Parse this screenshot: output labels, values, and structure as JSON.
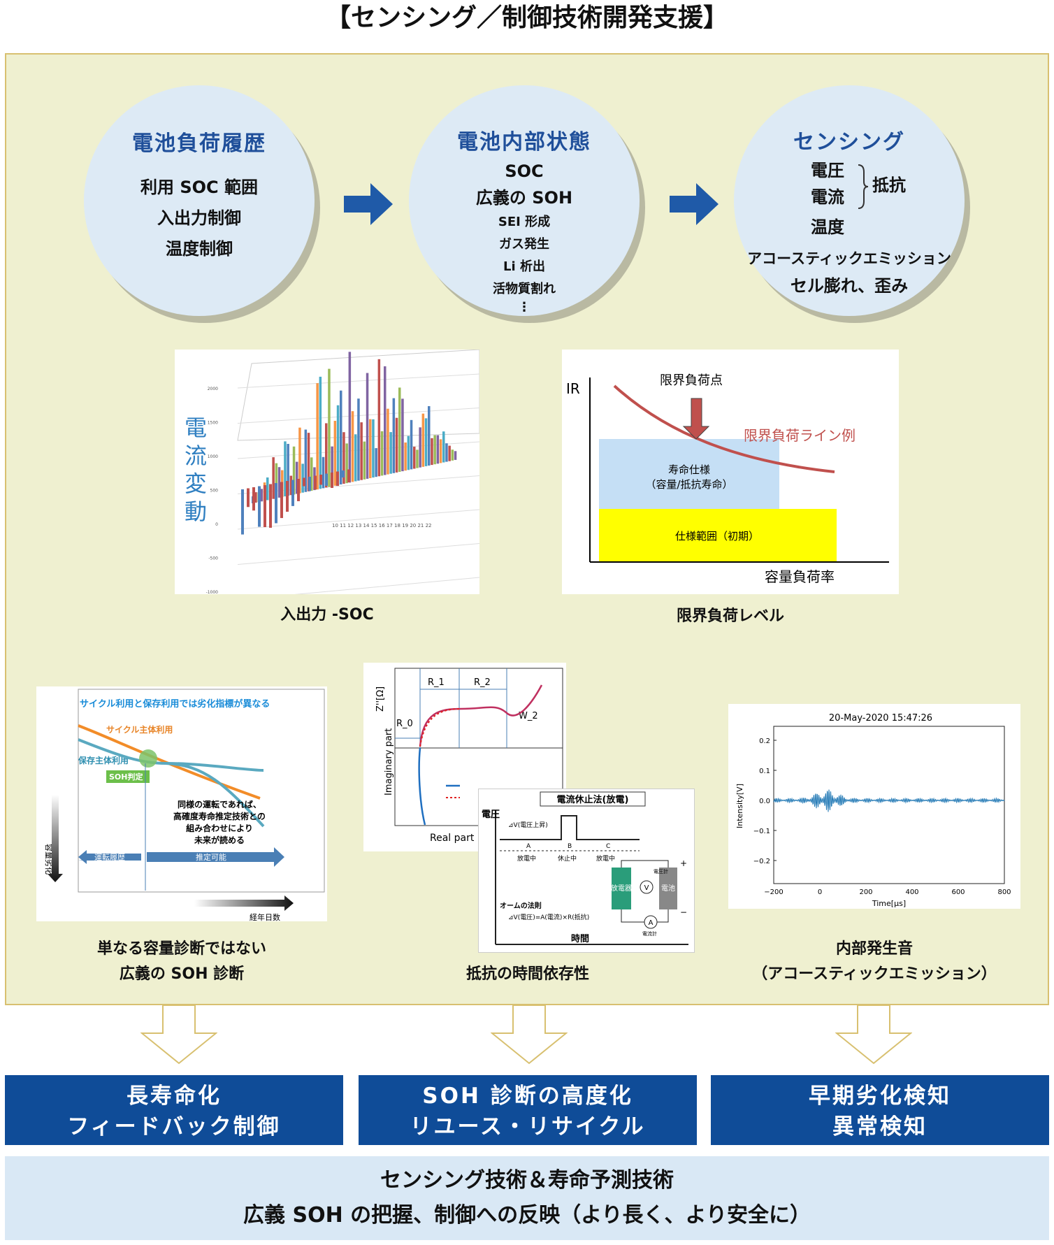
{
  "title": "【センシング／制御技術開発支援】",
  "circles": {
    "left": {
      "title": "電池負荷履歴",
      "items": [
        "利用 SOC 範囲",
        "入出力制御",
        "温度制御"
      ]
    },
    "middle": {
      "title": "電池内部状態",
      "main_items": [
        "SOC",
        "広義の SOH"
      ],
      "small_items": [
        "SEI 形成",
        "ガス発生",
        "Li 析出",
        "活物質割れ",
        "⋮"
      ]
    },
    "right": {
      "title": "センシング",
      "bracket_items": [
        "電圧",
        "電流"
      ],
      "bracket_label": "抵抗",
      "item_temp": "温度",
      "items": [
        "アコースティックエミッション",
        "セル膨れ、歪み"
      ]
    }
  },
  "figures": {
    "current": {
      "vertical_label": "電流変動",
      "y_ticks": [
        "2000",
        "1500",
        "1000",
        "500",
        "0",
        "-500",
        "-1000"
      ],
      "x_ticks": "10 11 12 13 14 15 16 17 18 19 20 21 22",
      "caption": "入出力 -SOC"
    },
    "limit": {
      "ir": "IR",
      "point": "限界負荷点",
      "line": "限界負荷ライン例",
      "life_spec_1": "寿命仕様",
      "life_spec_2": "（容量/抵抗寿命）",
      "spec_range": "仕様範囲（初期）",
      "xlabel": "容量負荷率",
      "caption": "限界負荷レベル"
    },
    "soh": {
      "header": "サイクル利用と保存利用では劣化指標が異なる",
      "cycle": "サイクル主体利用",
      "storage": "保存主体利用",
      "judge": "SOH判定",
      "note": [
        "同様の運転であれば、",
        "高確度寿命推定技術との",
        "組み合わせにより",
        "未来が読める"
      ],
      "history": "運転履歴",
      "estimate": "推定可能",
      "ylabel": "容量劣化",
      "xlabel": "経年日数",
      "caption": [
        "単なる容量診断ではない",
        "広義の SOH 診断"
      ]
    },
    "nyquist": {
      "r1": "R_1",
      "r2": "R_2",
      "r0": "R_0",
      "w2": "W_2",
      "ylabel": "Imaginary part",
      "yunit": "Z''[Ω]",
      "xlabel": "Real part"
    },
    "pulse": {
      "title": "電流休止法(放電)",
      "dv": "⊿V(電圧上昇)",
      "a": "A",
      "b": "B",
      "c": "C",
      "discharge1": "放電中",
      "rest": "休止中",
      "discharge2": "放電中",
      "ylabel": "電圧",
      "law": "オームの法則",
      "formula": "⊿V(電圧)=A(電流)×R(抵抗)",
      "xlabel": "時間",
      "load": "放電器",
      "battery": "電池",
      "vmeter": "電圧計",
      "ameter": "電流計",
      "plus": "+",
      "minus": "−",
      "v": "V",
      "amp": "A"
    },
    "resistance_caption": "抵抗の時間依存性",
    "ae": {
      "title": "20-May-2020 15:47:26",
      "ylabel": "Intensity[V]",
      "xlabel": "Time[μs]",
      "y_ticks": [
        "0.2",
        "0.1",
        "0.0",
        "−0.1",
        "−0.2"
      ],
      "x_ticks": [
        "−200",
        "0",
        "200",
        "400",
        "600",
        "800"
      ],
      "caption": [
        "内部発生音",
        "（アコースティックエミッション）"
      ]
    }
  },
  "outcomes": [
    {
      "line1": "長寿命化",
      "line2": "フィードバック制御"
    },
    {
      "line1": "SOH 診断の高度化",
      "line2": "リユース・リサイクル"
    },
    {
      "line1": "早期劣化検知",
      "line2": "異常検知"
    }
  ],
  "bottom": {
    "line1": "センシング技術＆寿命予測技術",
    "line2": "広義 SOH の把握、制御への反映（より長く、より安全に）"
  },
  "colors": {
    "accent": "#0f4c98",
    "panel": "#eff0d0",
    "circle": "#ddeaf5",
    "curve": "#c0504d",
    "yellow": "#ffff00"
  }
}
